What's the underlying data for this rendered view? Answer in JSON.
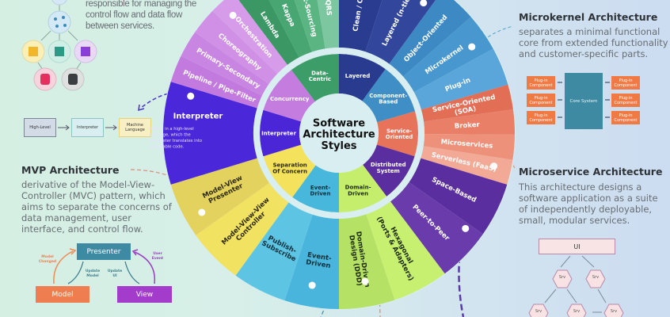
{
  "orchestration_panel": {
    "desc_lines": [
      "responsible for managing the",
      "control flow and data flow",
      "between services."
    ]
  },
  "interpreter_diagram": {
    "high_level": "High-Level",
    "interpreter": "Interpreter",
    "machine_language": "Machine Language"
  },
  "mvp_panel": {
    "title": "MVP Architecture",
    "desc_lines": [
      "derivative of the Model-View-",
      "Controller (MVC) pattern, which",
      "aims to separate the concerns of",
      "data management, user",
      "interface, and control flow."
    ],
    "presenter": "Presenter",
    "model": "Model",
    "view": "View",
    "model_changed": "Model Changed",
    "update_model": "Update Model",
    "update_ui": "Update UI",
    "user_event": "User Event"
  },
  "microkernel_panel": {
    "title": "Microkernel Architecture",
    "desc_lines": [
      "separates a minimal functional",
      "core from extended functionality",
      "and customer-specific parts."
    ],
    "core": "Core System",
    "plugin": "Plug-in Component"
  },
  "microservice_panel": {
    "title": "Microservice Architecture",
    "desc_lines": [
      "This architecture designs a",
      "software application as a suite",
      "of independently deployable,",
      "small, modular services."
    ],
    "ui": "UI",
    "srv": "Srv"
  },
  "wheel": {
    "title_lines": [
      "Software",
      "Architecture",
      "Styles"
    ],
    "interpreter_desc_lines": [
      "written in a high-level",
      "language, which the",
      "interpreter translates into",
      "executable code."
    ],
    "categories": [
      {
        "label": [
          "Layered"
        ],
        "color": "#283b8f",
        "text_color": "#ffffff",
        "items": [
          {
            "label": [
              "Clean / Onion"
            ],
            "color": "#293c90"
          },
          {
            "label": [
              "Layered (n-tier)"
            ],
            "color": "#32469c"
          }
        ]
      },
      {
        "label": [
          "Component-",
          "Based"
        ],
        "color": "#3f8ec6",
        "text_color": "#ffffff",
        "items": [
          {
            "label": [
              "Object-Oriented"
            ],
            "color": "#3d89c3"
          },
          {
            "label": [
              "Microkernel"
            ],
            "color": "#4897cf"
          },
          {
            "label": [
              "Plug-in"
            ],
            "color": "#5aa6da"
          }
        ]
      },
      {
        "label": [
          "Service-",
          "Oriented"
        ],
        "color": "#e6735a",
        "text_color": "#ffffff",
        "items": [
          {
            "label": [
              "Service-Oriented",
              "(SOA)"
            ],
            "color": "#e26e56"
          },
          {
            "label": [
              "Broker"
            ],
            "color": "#e97f67"
          },
          {
            "label": [
              "Microservices"
            ],
            "color": "#ee917b"
          },
          {
            "label": [
              "Serverless (FaaS)"
            ],
            "color": "#f2a995"
          }
        ]
      },
      {
        "label": [
          "Distributed",
          "System"
        ],
        "color": "#5a2e9e",
        "text_color": "#ffffff",
        "items": [
          {
            "label": [
              "Space-Based"
            ],
            "color": "#5b2e9f"
          },
          {
            "label": [
              "Peer-to-Peer"
            ],
            "color": "#6a3cab"
          }
        ]
      },
      {
        "label": [
          "Domain-",
          "Driven"
        ],
        "color": "#c6ee6d",
        "text_color": "#1d2a10",
        "items": [
          {
            "label": [
              "Hexagonal",
              "(Ports & Adapters)"
            ],
            "color": "#c7f071"
          },
          {
            "label": [
              "Domain-Driven",
              "Design (DDD)"
            ],
            "color": "#b5e264"
          }
        ]
      },
      {
        "label": [
          "Event-",
          "Driven"
        ],
        "color": "#47b8dc",
        "text_color": "#10303b",
        "items": [
          {
            "label": [
              "Event-",
              "Driven"
            ],
            "color": "#4ab5dc"
          },
          {
            "label": [
              "Publish-",
              "Subscribe"
            ],
            "color": "#5ec4e3"
          }
        ]
      },
      {
        "label": [
          "Separation",
          "Of Concern"
        ],
        "color": "#f4e15c",
        "text_color": "#2d2a0a",
        "items": [
          {
            "label": [
              "Model-View-View",
              "Controller"
            ],
            "color": "#f2e262"
          },
          {
            "label": [
              "Model-View",
              "Presenter"
            ],
            "color": "#e4d25f"
          }
        ]
      },
      {
        "label": [
          "Interpreter"
        ],
        "color": "#4a26d6",
        "text_color": "#ffffff",
        "items": [
          {
            "label": [
              "Interpreter"
            ],
            "color": "#4b27da"
          }
        ]
      },
      {
        "label": [
          "Concurrency"
        ],
        "color": "#c47ddf",
        "text_color": "#ffffff",
        "items": [
          {
            "label": [
              "Pipeline / Pipe-Filter"
            ],
            "color": "#c27ade"
          },
          {
            "label": [
              "Primary-Secondary"
            ],
            "color": "#c985e2"
          },
          {
            "label": [
              "Choreography"
            ],
            "color": "#d090e6"
          },
          {
            "label": [
              "Orchestration"
            ],
            "color": "#d79ce9"
          }
        ]
      },
      {
        "label": [
          "Data-",
          "Centric"
        ],
        "color": "#3d9d69",
        "text_color": "#ffffff",
        "items": [
          {
            "label": [
              "Lambda"
            ],
            "color": "#3b9865"
          },
          {
            "label": [
              "Kappa"
            ],
            "color": "#47a672"
          },
          {
            "label": [
              "Event-Sourcing"
            ],
            "color": "#5ab583"
          },
          {
            "label": [
              "CQRS"
            ],
            "color": "#7cc6a0"
          }
        ]
      }
    ]
  }
}
